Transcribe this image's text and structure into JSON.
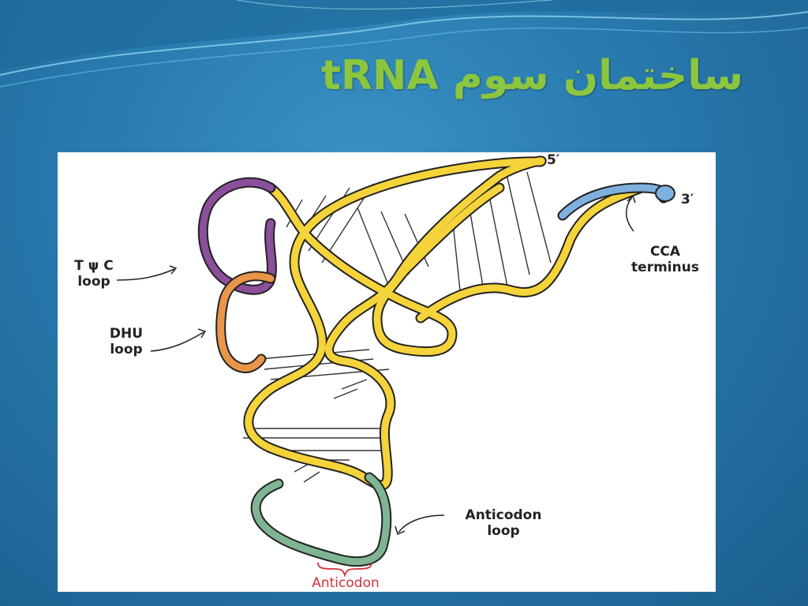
{
  "slide": {
    "title_farsi": "ساختمان سوم",
    "title_latin": "tRNA"
  },
  "diagram": {
    "labels": {
      "five_prime": "5′",
      "three_prime": "3′",
      "t_psi_c_line1": "T ψ C",
      "t_psi_c_line2": "loop",
      "dhu_line1": "DHU",
      "dhu_line2": "loop",
      "cca_line1": "CCA",
      "cca_line2": "terminus",
      "anticodon_loop_line1": "Anticodon",
      "anticodon_loop_line2": "loop",
      "anticodon": "Anticodon"
    },
    "colors": {
      "backbone": "#f5d33a",
      "backbone_outline": "#222222",
      "t_psi_c_loop": "#8b4f9c",
      "dhu_loop": "#e8964a",
      "cca_terminus": "#7fb1df",
      "anticodon_loop": "#7fb593",
      "anticodon_bracket": "#d4313a",
      "title": "#8cc63f"
    }
  }
}
